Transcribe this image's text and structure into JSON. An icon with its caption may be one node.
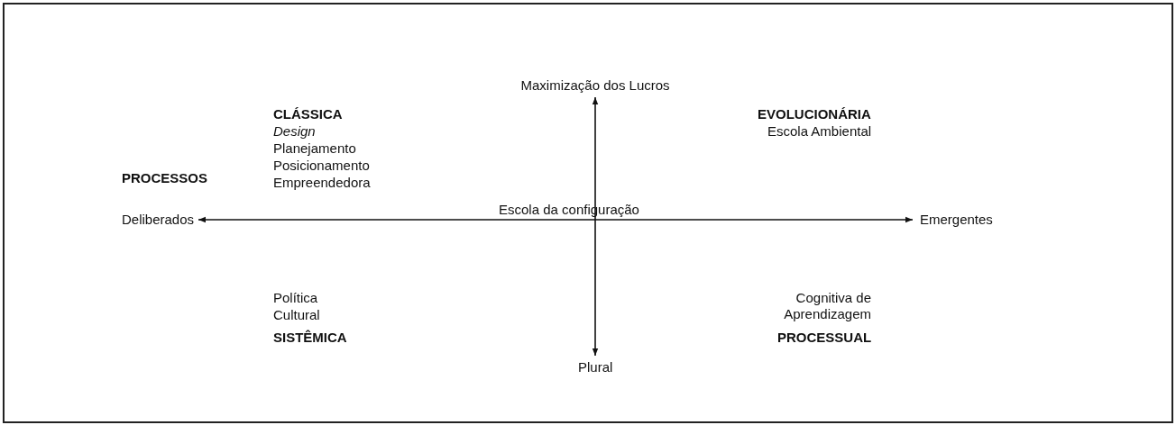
{
  "diagram": {
    "nodes": [
      {
        "text": [
          "Maximização dos Lucros"
        ]
      },
      {
        "text": [
          "Deliberados"
        ]
      },
      {
        "text": [
          "Emergentes"
        ]
      },
      {
        "text": [
          "Plural"
        ]
      }
    ],
    "edges": [
      {
        "from": 1,
        "to": 2,
        "arrow": "both"
      },
      {
        "from": 0,
        "to": 3,
        "arrow": "both"
      }
    ],
    "labels": [
      "CLÁSSICA",
      "Design",
      "Planejamento",
      "Posicionamento",
      "Empreendedora",
      "EVOLUCIONÁRIA",
      "Escola Ambiental",
      "PROCESSOS",
      "Escola da configuração",
      "Política",
      "Cultural",
      "Cognitiva de Aprendizagem",
      "SISTÊMICA",
      "PROCESSUAL"
    ]
  }
}
